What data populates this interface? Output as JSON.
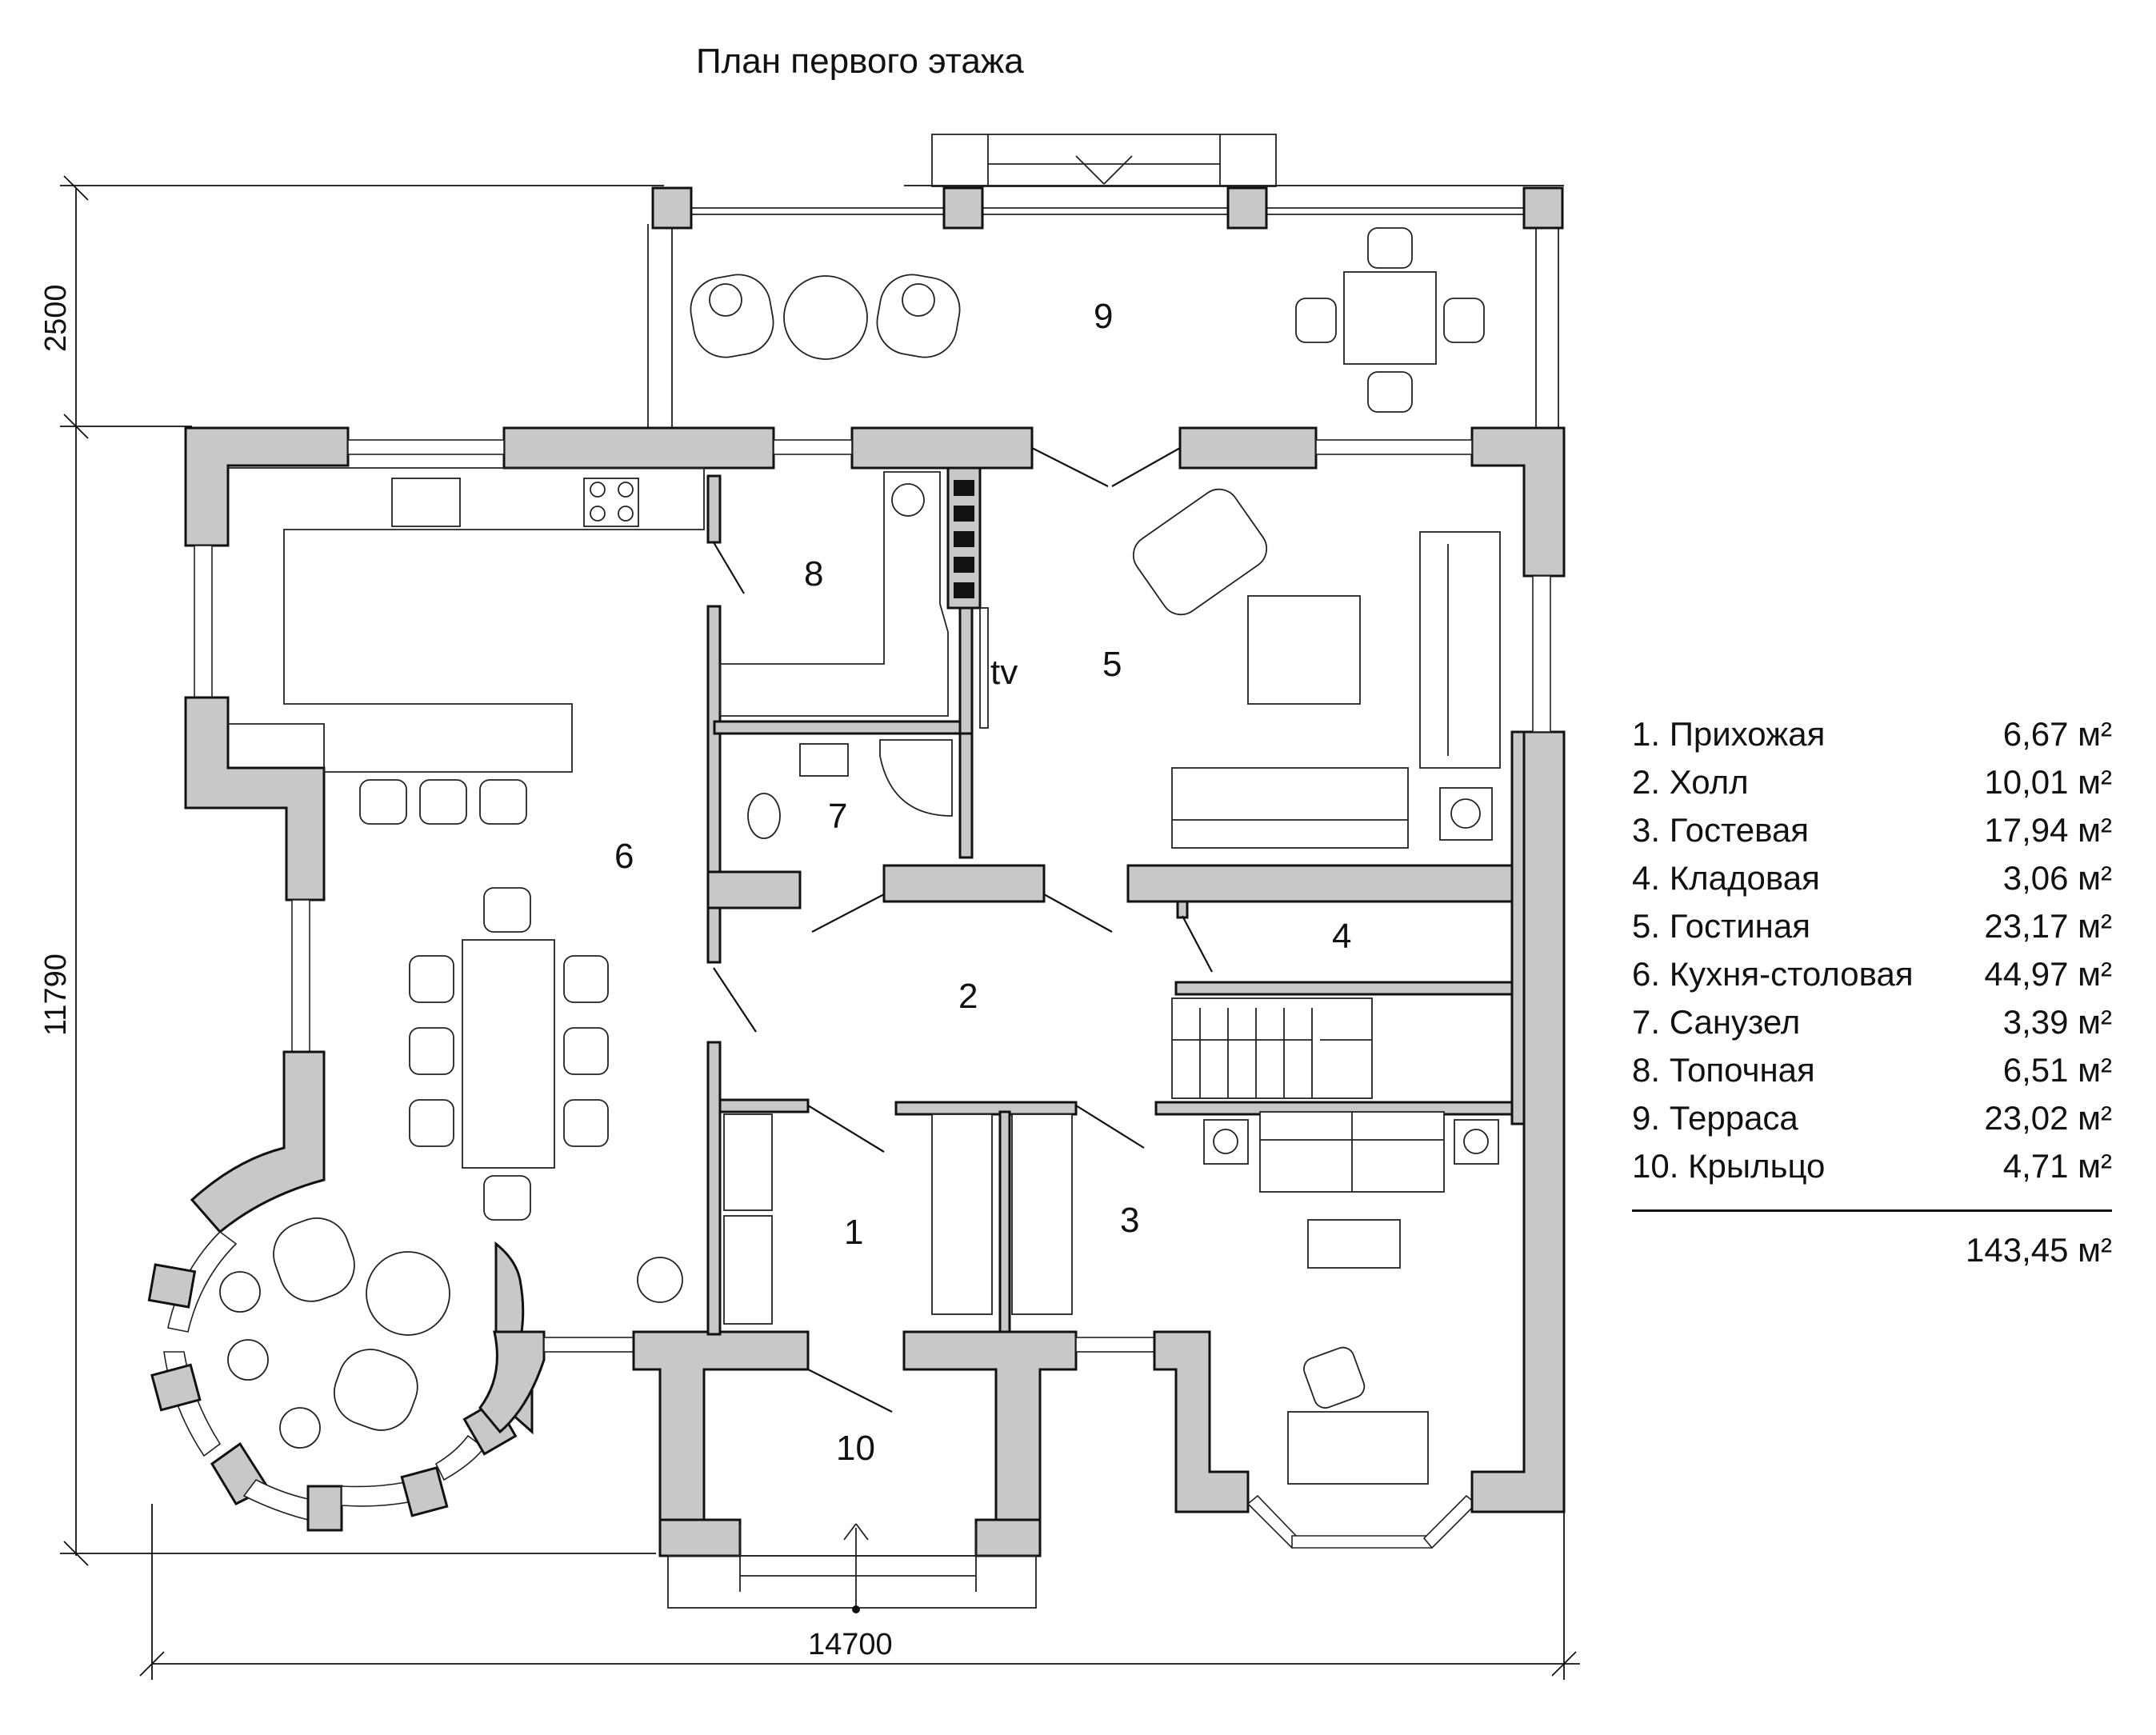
{
  "title": "План первого этажа",
  "dimensions": {
    "terrace_depth": "2500",
    "building_depth": "11790",
    "building_width": "14700"
  },
  "rooms": [
    {
      "num": "1",
      "name": "1. Прихожая",
      "area": "6,67 м²"
    },
    {
      "num": "2",
      "name": "2. Холл",
      "area": "10,01 м²"
    },
    {
      "num": "3",
      "name": "3. Гостевая",
      "area": "17,94 м²"
    },
    {
      "num": "4",
      "name": "4. Кладовая",
      "area": "3,06 м²"
    },
    {
      "num": "5",
      "name": "5. Гостиная",
      "area": "23,17 м²"
    },
    {
      "num": "6",
      "name": "6. Кухня-столовая",
      "area": "44,97 м²"
    },
    {
      "num": "7",
      "name": "7. Санузел",
      "area": "3,39 м²"
    },
    {
      "num": "8",
      "name": "8. Топочная",
      "area": "6,51 м²"
    },
    {
      "num": "9",
      "name": "9. Терраса",
      "area": "23,02 м²"
    },
    {
      "num": "10",
      "name": "10. Крыльцо",
      "area": "4,71 м²"
    }
  ],
  "total_area": "143,45 м²",
  "tv_label": "tv",
  "colors": {
    "wall_fill": "#c8c8c8",
    "line": "#111111",
    "background": "#ffffff"
  }
}
